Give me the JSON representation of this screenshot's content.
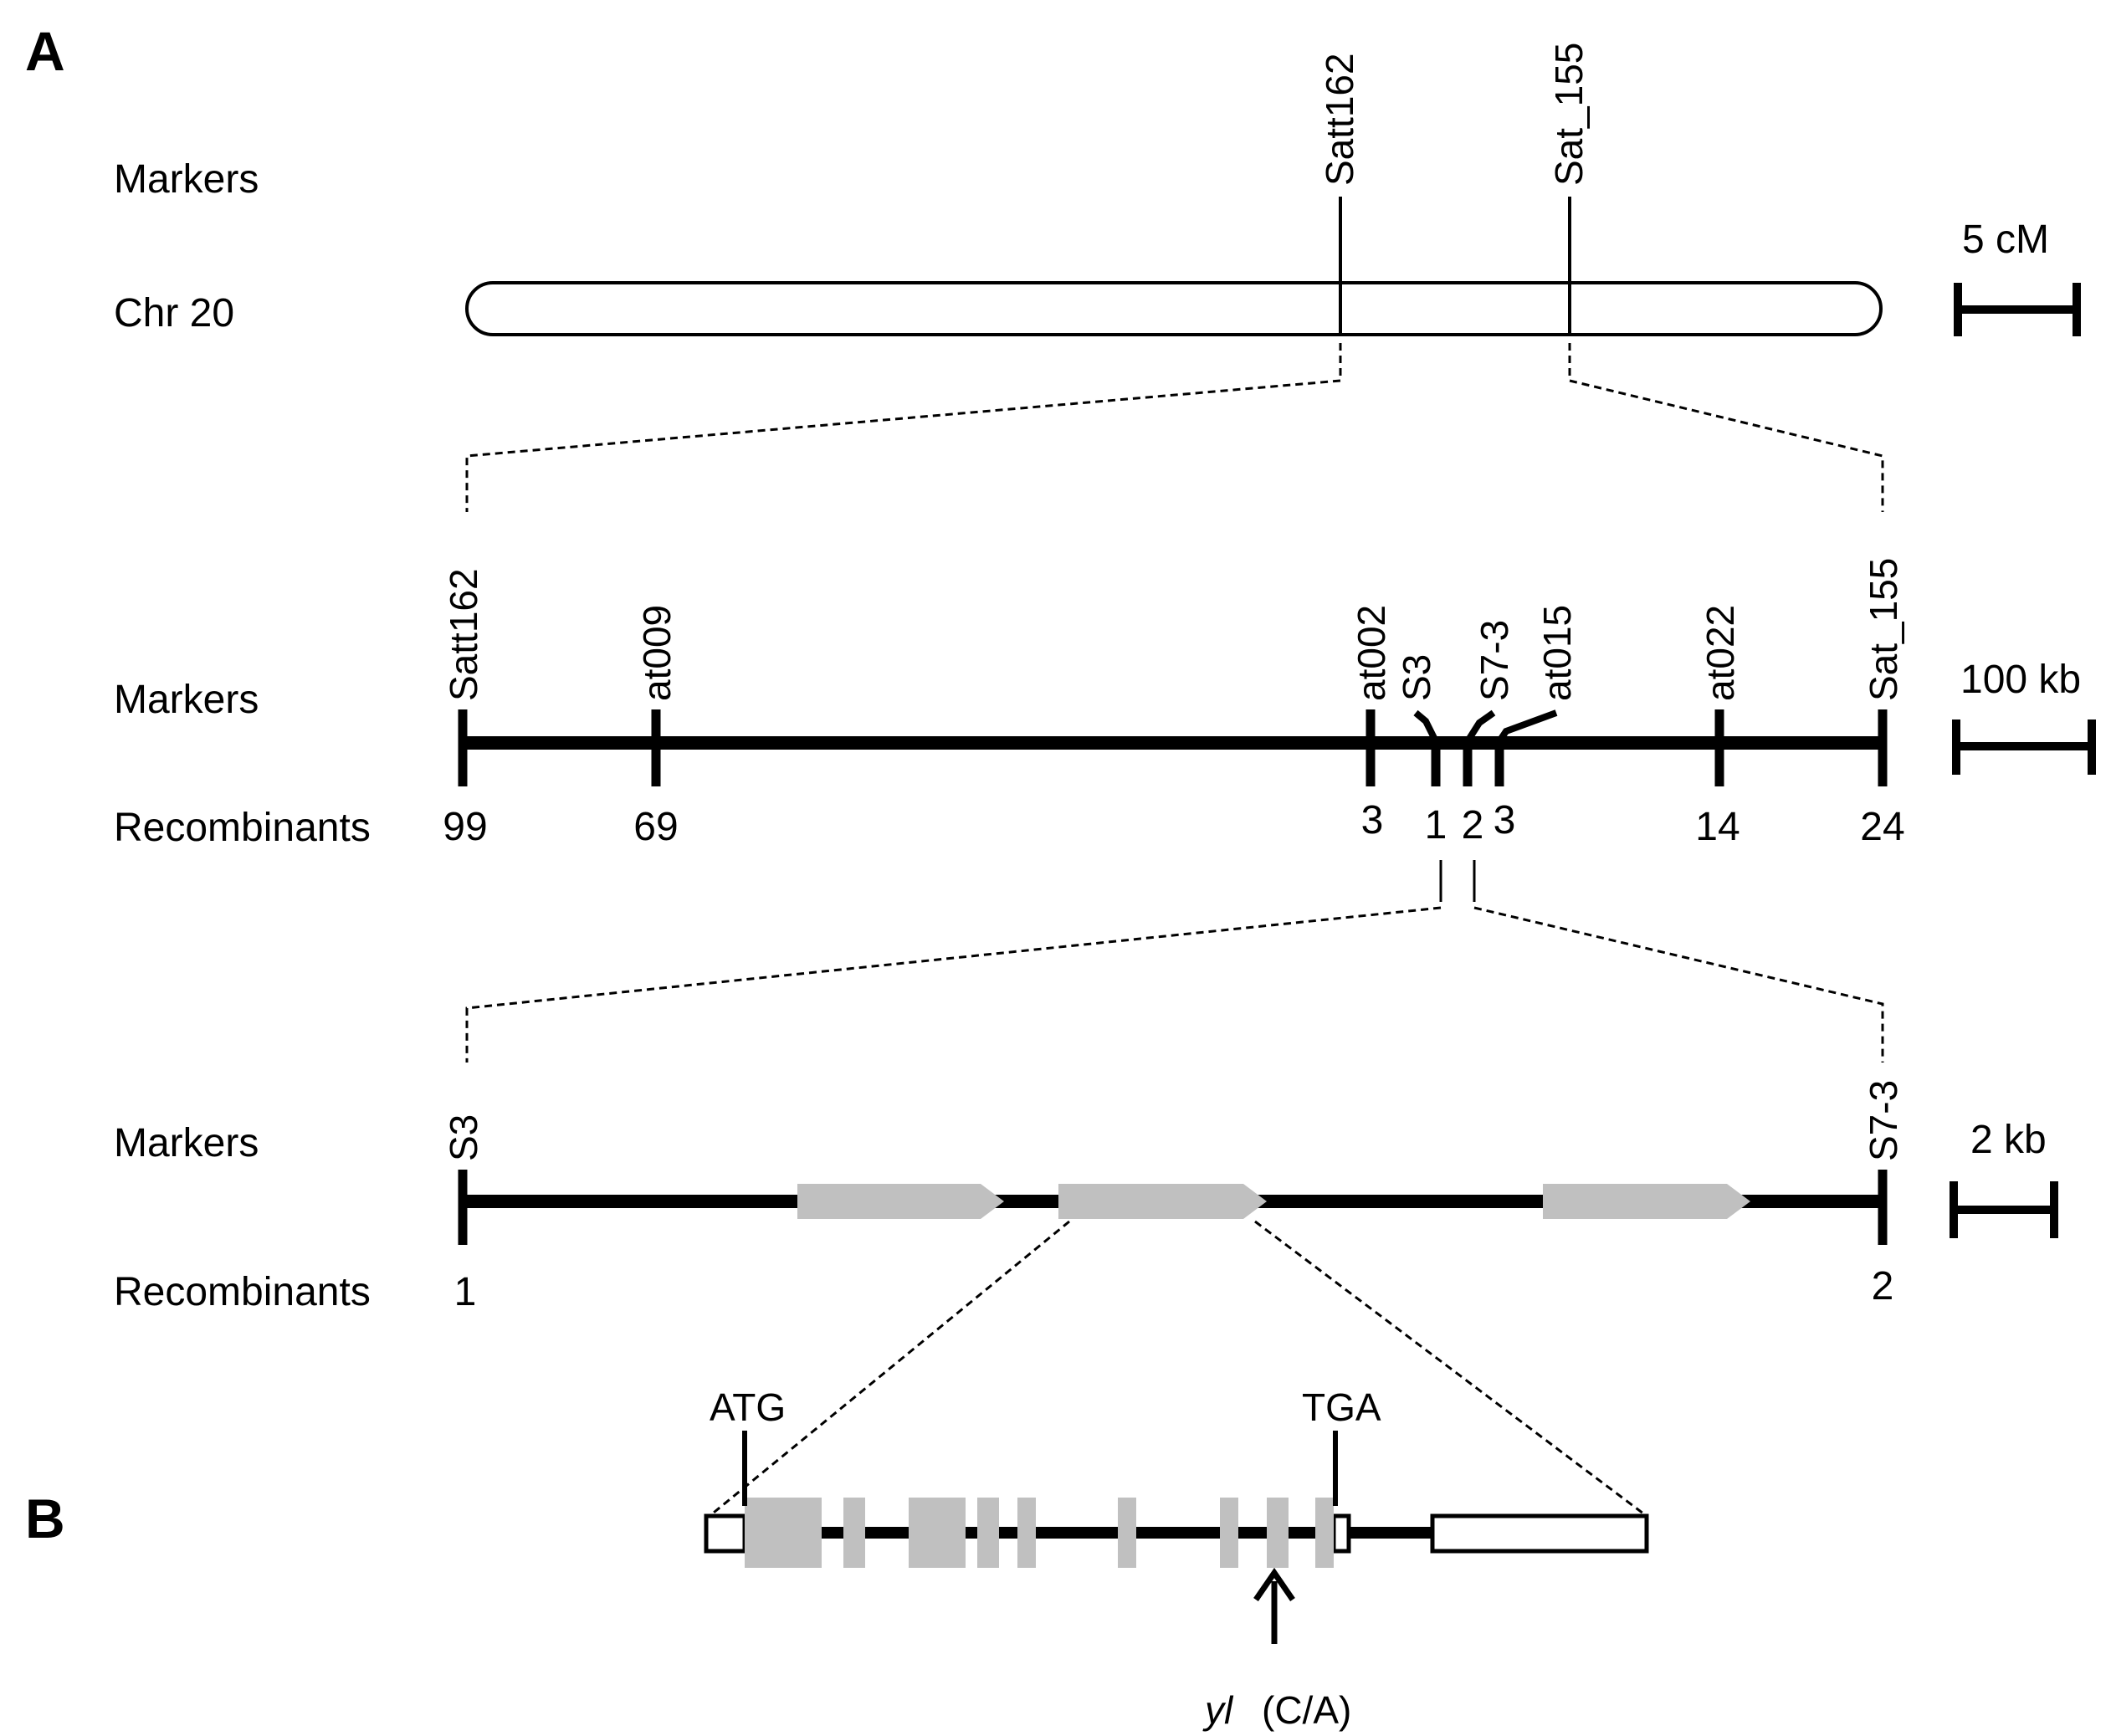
{
  "panels": {
    "a": "A",
    "b": "B"
  },
  "level1": {
    "markers_label": "Markers",
    "chr_label": "Chr 20",
    "markers": [
      "Satt162",
      "Sat_155"
    ],
    "scale": "5 cM"
  },
  "level2": {
    "markers_label": "Markers",
    "recombinants_label": "Recombinants",
    "markers": [
      "Satt162",
      "at009",
      "at002",
      "S3",
      "S7-3",
      "at015",
      "at022",
      "Sat_155"
    ],
    "recombinants": [
      "99",
      "69",
      "3",
      "1",
      "2",
      "3",
      "14",
      "24"
    ],
    "scale": "100 kb"
  },
  "level3": {
    "markers_label": "Markers",
    "recombinants_label": "Recombinants",
    "markers": [
      "S3",
      "S7-3"
    ],
    "recombinants": [
      "1",
      "2"
    ],
    "scale": "2 kb"
  },
  "gene": {
    "start_codon": "ATG",
    "stop_codon": "TGA",
    "allele": "yl",
    "mutation": "(C/A)"
  },
  "colors": {
    "line": "#000000",
    "gene_fill": "#c0c0c0",
    "background": "#ffffff"
  }
}
